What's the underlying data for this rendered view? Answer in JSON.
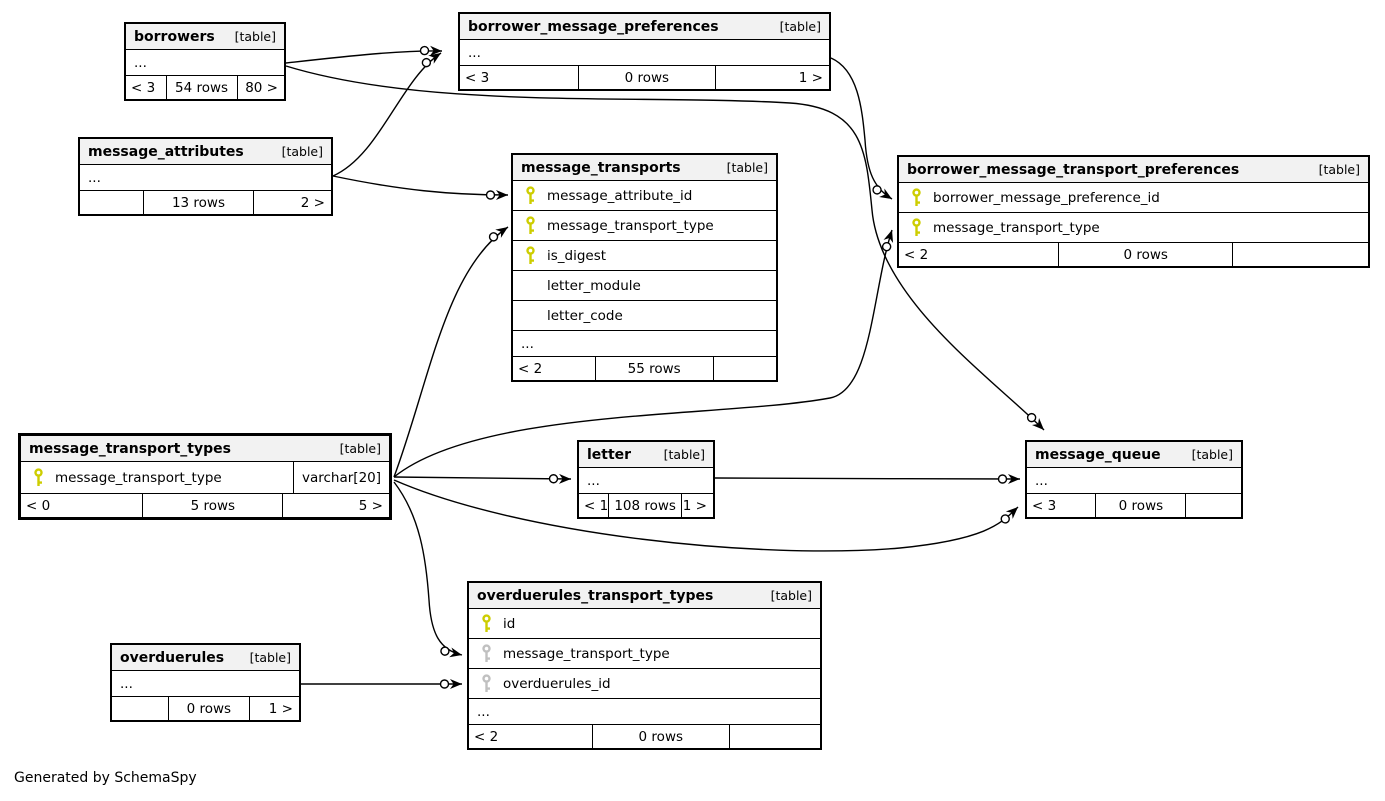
{
  "footer_note": "Generated by SchemaSpy",
  "colors": {
    "pk_key": "#cdcd00",
    "fk_key": "#c0c0c0",
    "header_bg": "#f2f2f2",
    "line": "#000000"
  },
  "tables": [
    {
      "id": "borrowers",
      "name": "borrowers",
      "badge": "[table]",
      "columns": [
        {
          "name": "...",
          "ellipsis": true
        }
      ],
      "footer": [
        "< 3",
        "54 rows",
        "80 >"
      ]
    },
    {
      "id": "borrower_message_preferences",
      "name": "borrower_message_preferences",
      "badge": "[table]",
      "columns": [
        {
          "name": "...",
          "ellipsis": true
        }
      ],
      "footer": [
        "< 3",
        "0 rows",
        "1 >"
      ]
    },
    {
      "id": "message_attributes",
      "name": "message_attributes",
      "badge": "[table]",
      "columns": [
        {
          "name": "...",
          "ellipsis": true
        }
      ],
      "footer": [
        "",
        "13 rows",
        "2 >"
      ]
    },
    {
      "id": "message_transports",
      "name": "message_transports",
      "badge": "[table]",
      "columns": [
        {
          "name": "message_attribute_id",
          "key": "pk"
        },
        {
          "name": "message_transport_type",
          "key": "pk"
        },
        {
          "name": "is_digest",
          "key": "pk"
        },
        {
          "name": "letter_module",
          "key": null
        },
        {
          "name": "letter_code",
          "key": null
        },
        {
          "name": "...",
          "ellipsis": true
        }
      ],
      "footer": [
        "< 2",
        "55 rows",
        ""
      ]
    },
    {
      "id": "borrower_message_transport_preferences",
      "name": "borrower_message_transport_preferences",
      "badge": "[table]",
      "columns": [
        {
          "name": "borrower_message_preference_id",
          "key": "pk"
        },
        {
          "name": "message_transport_type",
          "key": "pk"
        }
      ],
      "footer": [
        "< 2",
        "0 rows",
        ""
      ]
    },
    {
      "id": "message_transport_types",
      "name": "message_transport_types",
      "badge": "[table]",
      "columns": [
        {
          "name": "message_transport_type",
          "key": "pk",
          "type": "varchar[20]"
        }
      ],
      "footer": [
        "< 0",
        "5 rows",
        "5 >"
      ]
    },
    {
      "id": "letter",
      "name": "letter",
      "badge": "[table]",
      "columns": [
        {
          "name": "...",
          "ellipsis": true
        }
      ],
      "footer": [
        "< 1",
        "108 rows",
        "1 >"
      ]
    },
    {
      "id": "message_queue",
      "name": "message_queue",
      "badge": "[table]",
      "columns": [
        {
          "name": "...",
          "ellipsis": true
        }
      ],
      "footer": [
        "< 3",
        "0 rows",
        ""
      ]
    },
    {
      "id": "overduerules_transport_types",
      "name": "overduerules_transport_types",
      "badge": "[table]",
      "columns": [
        {
          "name": "id",
          "key": "pk"
        },
        {
          "name": "message_transport_type",
          "key": "fk"
        },
        {
          "name": "overduerules_id",
          "key": "fk"
        },
        {
          "name": "...",
          "ellipsis": true
        }
      ],
      "footer": [
        "< 2",
        "0 rows",
        ""
      ]
    },
    {
      "id": "overduerules",
      "name": "overduerules",
      "badge": "[table]",
      "columns": [
        {
          "name": "...",
          "ellipsis": true
        }
      ],
      "footer": [
        "",
        "0 rows",
        "1 >"
      ]
    }
  ],
  "relationships": [
    {
      "from": "borrowers",
      "to": "borrower_message_preferences"
    },
    {
      "from": "message_attributes",
      "to": "borrower_message_preferences"
    },
    {
      "from": "message_attributes",
      "to": "message_transports"
    },
    {
      "from": "message_transport_types",
      "to": "message_transports"
    },
    {
      "from": "message_transport_types",
      "to": "borrower_message_transport_preferences"
    },
    {
      "from": "message_transport_types",
      "to": "letter"
    },
    {
      "from": "letter",
      "to": "message_queue"
    },
    {
      "from": "message_transport_types",
      "to": "message_queue"
    },
    {
      "from": "borrowers",
      "to": "message_queue"
    },
    {
      "from": "borrower_message_preferences",
      "to": "borrower_message_transport_preferences"
    },
    {
      "from": "message_transport_types",
      "to": "overduerules_transport_types"
    },
    {
      "from": "overduerules",
      "to": "overduerules_transport_types"
    }
  ]
}
